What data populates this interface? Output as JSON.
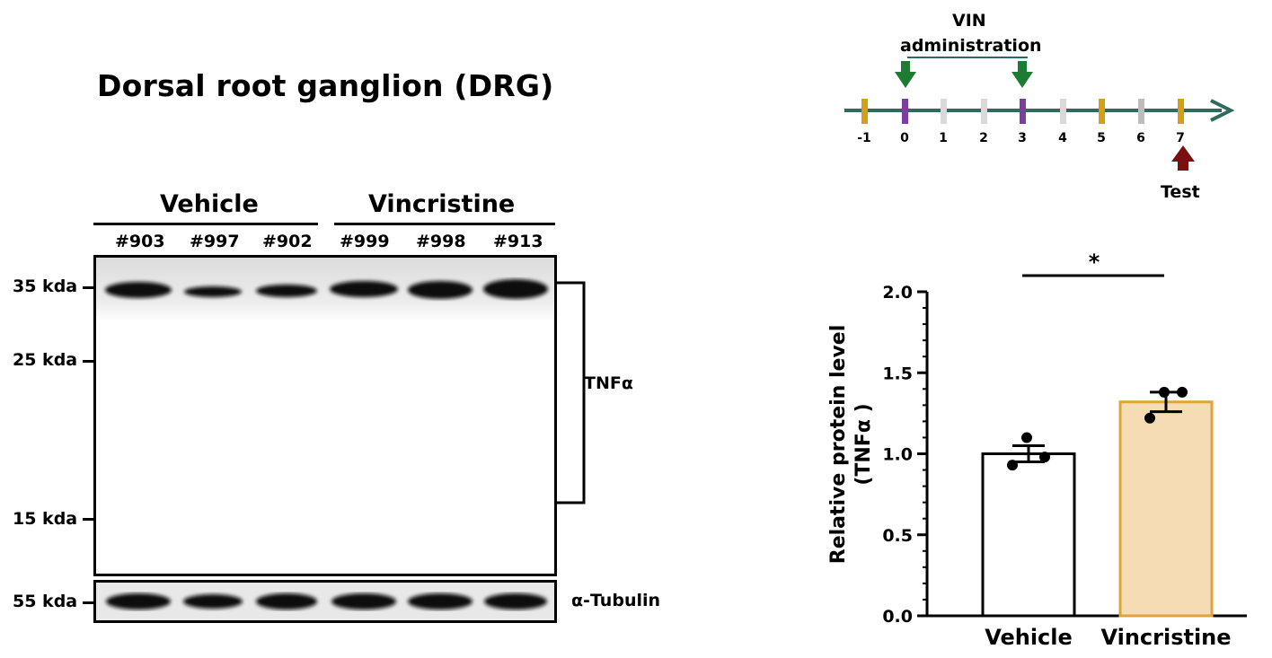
{
  "figure_title": "Dorsal root ganglion (DRG)",
  "western_blot": {
    "groups": [
      "Vehicle",
      "Vincristine"
    ],
    "lanes": [
      "#903",
      "#997",
      "#902",
      "#999",
      "#998",
      "#913"
    ],
    "markers": [
      "35 kda",
      "25 kda",
      "15 kda",
      "55 kda"
    ],
    "target_label": "TNFα",
    "loading_label": "α-Tubulin"
  },
  "timeline": {
    "title_line1": "VIN",
    "title_line2": "administration",
    "days": [
      "-1",
      "0",
      "1",
      "2",
      "3",
      "4",
      "5",
      "6",
      "7"
    ],
    "tick_colors": [
      "#d4a017",
      "#7b3fa0",
      "#d9d9d9",
      "#d9d9d9",
      "#7b3fa0",
      "#d9d9d9",
      "#d4a017",
      "#bdbdbd",
      "#d4a017"
    ],
    "test_label": "Test",
    "axis_color": "#2e6b5e",
    "injection_arrow_color": "#1e7b34",
    "test_arrow_color": "#7a1010"
  },
  "chart_data": {
    "type": "bar",
    "categories": [
      "Vehicle",
      "Vincristine"
    ],
    "values": [
      1.0,
      1.32
    ],
    "sem": [
      0.05,
      0.06
    ],
    "points": [
      [
        1.1,
        0.98,
        0.93
      ],
      [
        1.38,
        1.38,
        1.22
      ]
    ],
    "ylabel_line1": "Relative protein level",
    "ylabel_line2": "(TNFα )",
    "ylim": [
      0,
      2.0
    ],
    "yticks": [
      "0.0",
      "0.5",
      "1.0",
      "1.5",
      "2.0"
    ],
    "significance": "*",
    "bar_colors": [
      "#ffffff",
      "#f6dcb4"
    ],
    "bar_edge_colors": [
      "#000000",
      "#e0a23c"
    ]
  }
}
